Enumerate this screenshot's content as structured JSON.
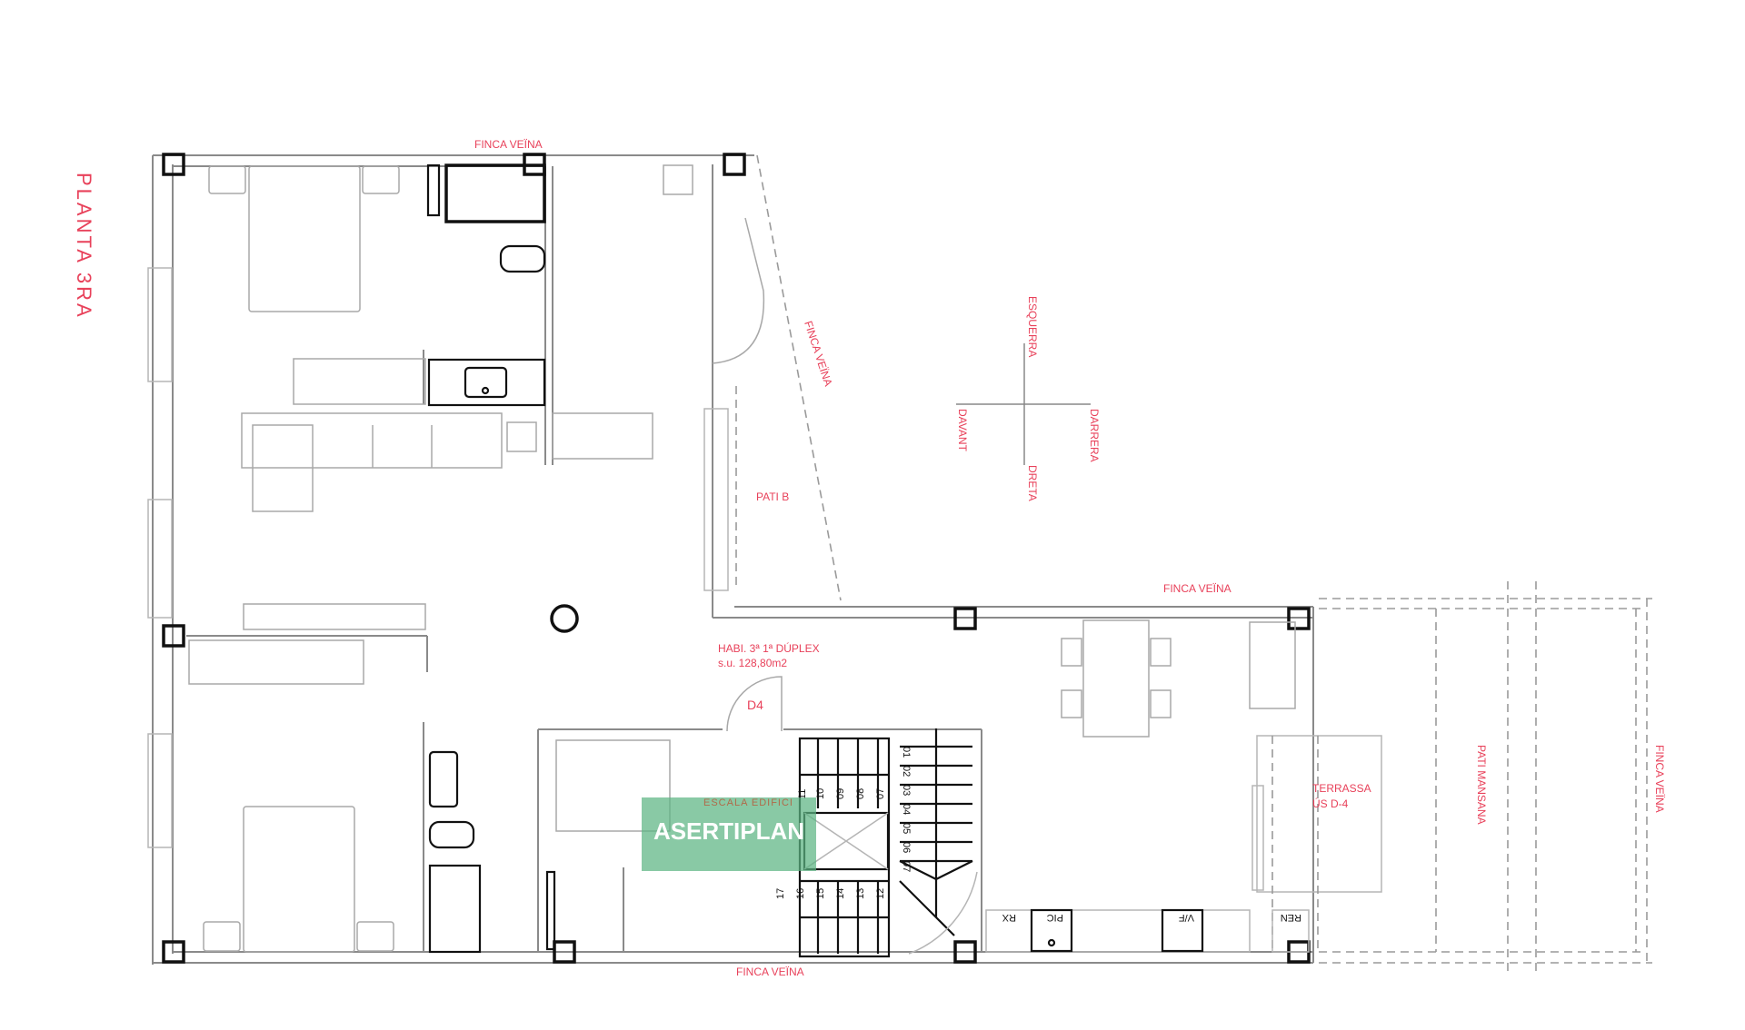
{
  "plan": {
    "title": "PLANTA 3RA",
    "neighbor_label": "FINCA VEÏNA",
    "patio_b": "PATI B",
    "unit_name": "HABI. 3ª 1ª DÚPLEX",
    "unit_area": "s.u. 128,80m2",
    "door_label": "D4",
    "stair_label": "ESCALA EDIFICI",
    "terrace_line1": "TERRASSA",
    "terrace_line2": "ÚS D-4",
    "block_patio": "PATI MANSANA",
    "compass": {
      "left": "ESQUERRA",
      "right": "DRETA",
      "front": "DAVANT",
      "back": "DARRERA"
    },
    "appliances": {
      "rx": "RX",
      "pic": "PIC",
      "vf": "V/F",
      "ren": "REN"
    },
    "stair_steps_right": [
      "01",
      "02",
      "03",
      "04",
      "05",
      "06",
      "07"
    ],
    "stair_steps_upper": [
      "11",
      "10",
      "09",
      "08",
      "07"
    ],
    "stair_steps_lower": [
      "17",
      "16",
      "15",
      "14",
      "13",
      "12"
    ]
  },
  "watermark": "ASERTIPLAN",
  "colors": {
    "annotation": "#e8415a",
    "watermark_bg": "#5cb482"
  }
}
